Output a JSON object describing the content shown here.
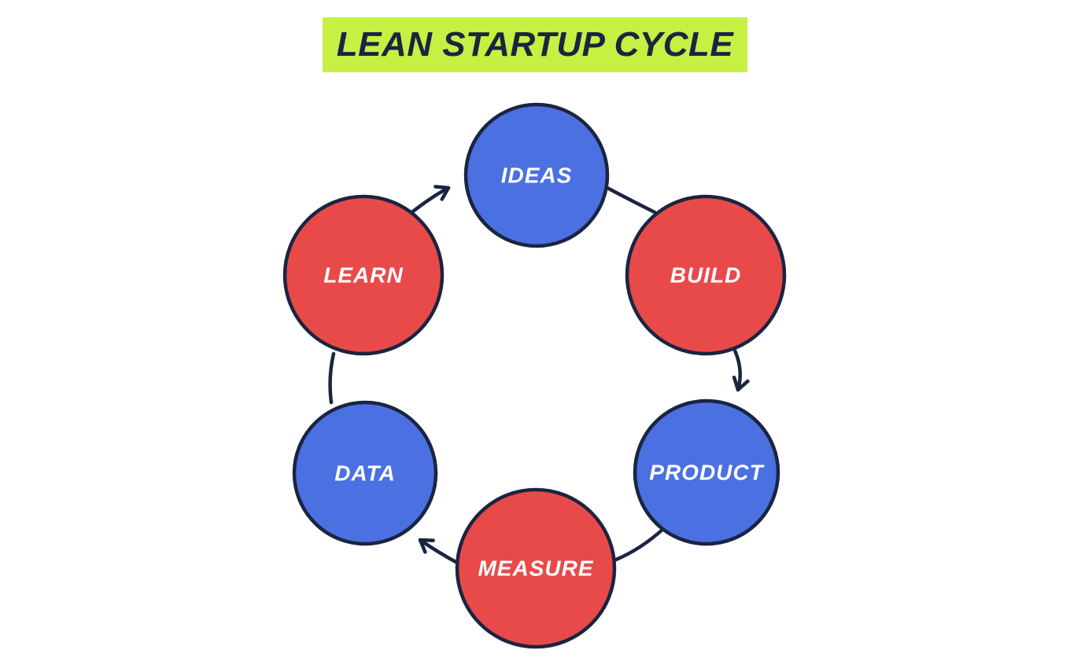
{
  "title": "LEAN STARTUP CYCLE",
  "colors": {
    "highlight": "#C6F042",
    "navy": "#1B2440",
    "blue": "#4A70E2",
    "red": "#E84A4A",
    "label": "#FFFFFF",
    "background": "#FFFFFF"
  },
  "nodes": [
    {
      "id": "ideas",
      "label": "IDEAS",
      "color": "#4A70E2"
    },
    {
      "id": "build",
      "label": "BUILD",
      "color": "#E84A4A"
    },
    {
      "id": "product",
      "label": "PRODUCT",
      "color": "#4A70E2"
    },
    {
      "id": "measure",
      "label": "MEASURE",
      "color": "#E84A4A"
    },
    {
      "id": "data",
      "label": "DATA",
      "color": "#4A70E2"
    },
    {
      "id": "learn",
      "label": "LEARN",
      "color": "#E84A4A"
    }
  ],
  "edges": [
    {
      "from": "ideas",
      "to": "build",
      "arrowhead": false
    },
    {
      "from": "build",
      "to": "product",
      "arrowhead": true
    },
    {
      "from": "product",
      "to": "measure",
      "arrowhead": false
    },
    {
      "from": "measure",
      "to": "data",
      "arrowhead": true
    },
    {
      "from": "data",
      "to": "learn",
      "arrowhead": false
    },
    {
      "from": "learn",
      "to": "ideas",
      "arrowhead": true
    }
  ]
}
